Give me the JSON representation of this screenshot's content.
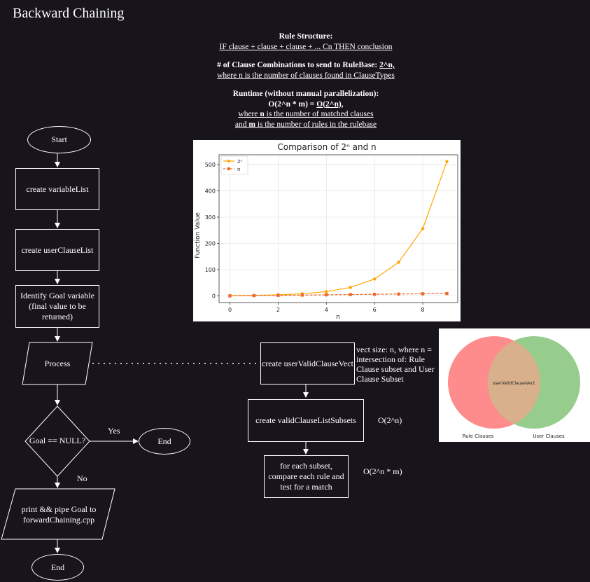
{
  "title": "Backward Chaining",
  "rules": {
    "structure_heading": "Rule Structure:",
    "structure_text": "IF clause + clause + clause + ... Cn  THEN conclusion",
    "combos_heading_prefix": "# of Clause Combinations to send to RuleBase: ",
    "combos_heading_value": "2^n,",
    "combos_text": "where n is the number of clauses found in ClauseTypes",
    "runtime_heading": "Runtime (without manual parallelization):",
    "runtime_formula_prefix": "O(2^n * m) = ",
    "runtime_formula_value": "O(2^n),",
    "runtime_line1_a": "where ",
    "runtime_line1_b": "n",
    "runtime_line1_c": " is the number of matched clauses",
    "runtime_line2_a": "and ",
    "runtime_line2_b": "m",
    "runtime_line2_c": " is the number of rules in the rulebase"
  },
  "flow": {
    "start": "Start",
    "create_variable_list": "create variableList",
    "create_user_clause_list": "create userClauseList",
    "identify_goal": "Identify Goal variable (final value to be returned)",
    "process": "Process",
    "decision": "Goal == NULL?",
    "yes": "Yes",
    "no": "No",
    "end_right": "End",
    "print_pipe": "print && pipe Goal to forwardChaining.cpp",
    "end_bottom": "End"
  },
  "subflow": {
    "create_vect": "create userValidClauseVect",
    "vect_note": "vect size: n, where n = intersection of: Rule Clause subset and User Clause Subset",
    "create_subsets": "create validClauseListSubsets",
    "subsets_complexity": "O(2^n)",
    "compare": "for each subset, compare each rule and test for a match",
    "compare_complexity": "O(2^n * m)"
  },
  "chart_data": {
    "type": "line",
    "title": "Comparison of 2ⁿ and n",
    "xlabel": "n",
    "ylabel": "Function Value",
    "x": [
      0,
      1,
      2,
      3,
      4,
      5,
      6,
      7,
      8,
      9
    ],
    "series": [
      {
        "name": "2ⁿ",
        "values": [
          1,
          2,
          4,
          8,
          16,
          32,
          64,
          128,
          256,
          512
        ],
        "color": "#ffa500",
        "style": "solid",
        "marker": "circle"
      },
      {
        "name": "n",
        "values": [
          0,
          1,
          2,
          3,
          4,
          5,
          6,
          7,
          8,
          9
        ],
        "color": "#ee6a2a",
        "style": "dashed",
        "marker": "square"
      }
    ],
    "xticks": [
      0,
      2,
      4,
      6,
      8
    ],
    "yticks": [
      0,
      100,
      200,
      300,
      400,
      500
    ],
    "xlim": [
      -0.45,
      9.45
    ],
    "ylim": [
      -25.5,
      537.5
    ],
    "grid": true,
    "legend": "top-left"
  },
  "venn": {
    "left_label": "Rule Clauses",
    "right_label": "User Clauses",
    "center_label": "userValidClauseVect",
    "left_color": "#ff8c8c",
    "right_color": "#96cc8c",
    "overlap_color": "#d9b08c"
  }
}
